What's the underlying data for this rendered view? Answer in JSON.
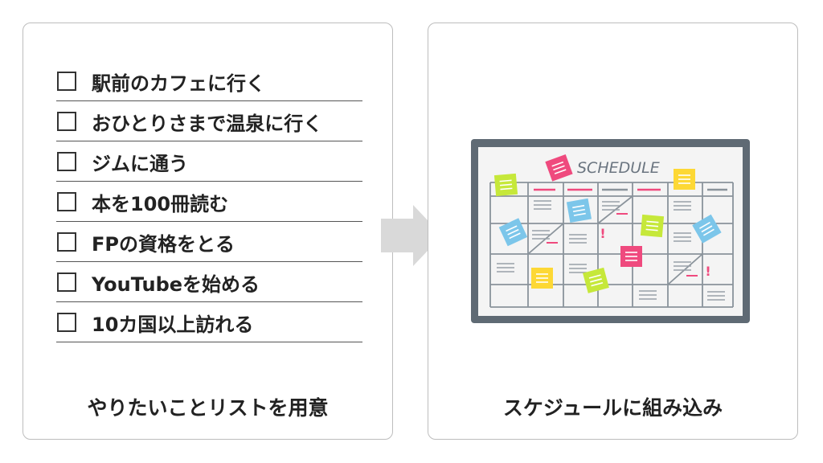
{
  "left_panel": {
    "items": [
      "駅前のカフェに行く",
      "おひとりさまで温泉に行く",
      "ジムに通う",
      "本を100冊読む",
      "FPの資格をとる",
      "YouTubeを始める",
      "10カ国以上訪れる"
    ],
    "caption": "やりたいことリストを用意"
  },
  "right_panel": {
    "board_title": "SCHEDULE",
    "caption": "スケジュールに組み込み"
  },
  "colors": {
    "board_frame": "#5f6a74",
    "pink": "#ef4a7e",
    "yellow": "#fdd835",
    "green": "#c6e83a",
    "blue": "#7cc6ea",
    "arrow": "#d9d9d9"
  }
}
